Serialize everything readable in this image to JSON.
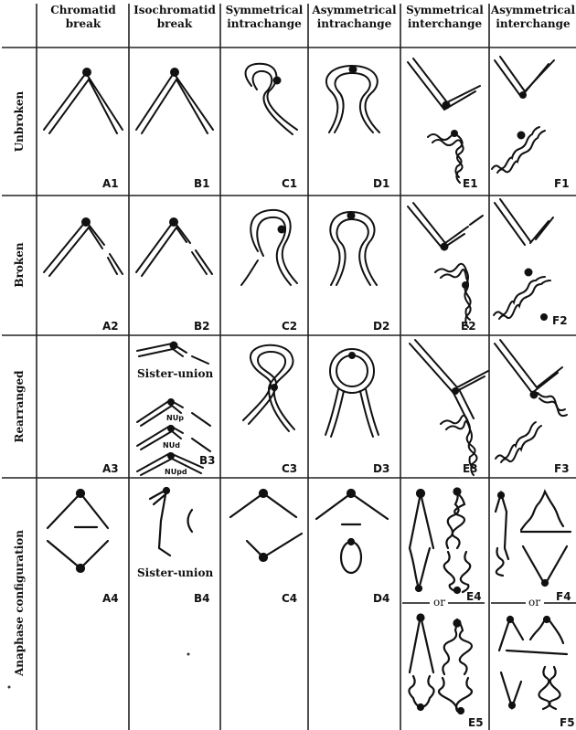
{
  "columns": [
    {
      "line1": "Chromatid",
      "line2": "break"
    },
    {
      "line1": "Isochromatid",
      "line2": "break"
    },
    {
      "line1": "Symmetrical",
      "line2": "intrachange"
    },
    {
      "line1": "Asymmetrical",
      "line2": "intrachange"
    },
    {
      "line1": "Symmetrical",
      "line2": "interchange"
    },
    {
      "line1": "Asymmetrical",
      "line2": "interchange"
    }
  ],
  "rows": [
    "Unbroken",
    "Broken",
    "Rearranged",
    "Anaphase configuration"
  ],
  "panel_labels": {
    "r1": [
      "A1",
      "B1",
      "C1",
      "D1",
      "E1",
      "F1"
    ],
    "r2": [
      "A2",
      "B2",
      "C2",
      "D2",
      "E2",
      "F2"
    ],
    "r3": [
      "A3",
      "B3",
      "C3",
      "D3",
      "E3",
      "F3"
    ],
    "r4": [
      "A4",
      "B4",
      "C4",
      "D4",
      "E4",
      "F4"
    ],
    "r5": [
      "E5",
      "F5"
    ]
  },
  "annotations": {
    "sister_union_top": "Sister-union",
    "nup": "NUp",
    "nud": "NUd",
    "nupd": "NUpd",
    "sister_union_b4": "Sister-union",
    "or": "or"
  }
}
